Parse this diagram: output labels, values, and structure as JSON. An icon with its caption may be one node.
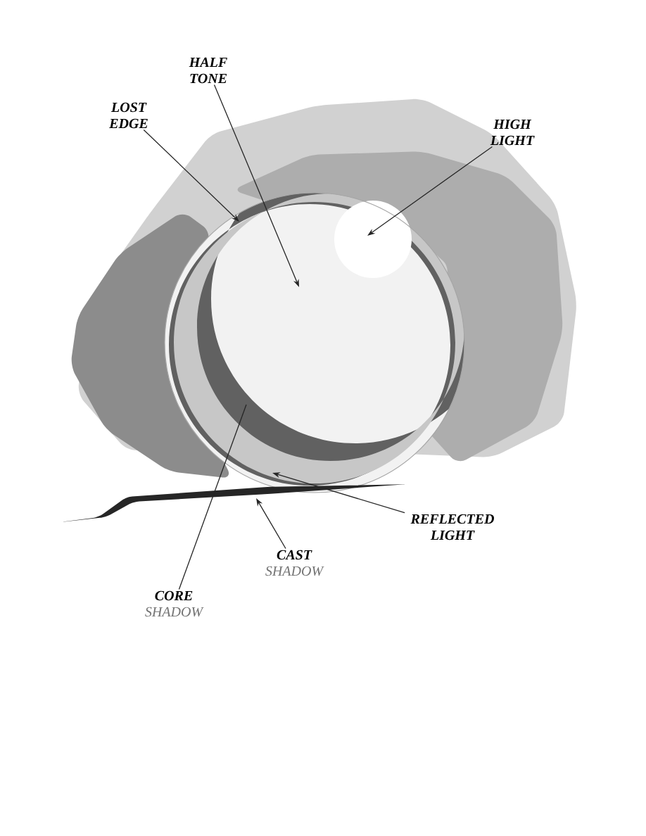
{
  "diagram": {
    "nodes": [
      {
        "text": [
          "HALF TONE"
        ]
      },
      {
        "text": [
          "LOST EDGE"
        ]
      },
      {
        "text": [
          "HIGH LIGHT"
        ]
      },
      {
        "text": [
          "REFLECTED LIGHT"
        ]
      },
      {
        "text": [
          "CAST",
          "SHADOW"
        ]
      },
      {
        "text": [
          "CORE",
          "SHADOW"
        ]
      }
    ],
    "edges": [
      {
        "from": 0,
        "to": null,
        "arrow": "to"
      },
      {
        "from": 1,
        "to": null,
        "arrow": "to"
      },
      {
        "from": 2,
        "to": null,
        "arrow": "to"
      },
      {
        "from": 3,
        "to": null,
        "arrow": "to"
      },
      {
        "from": 4,
        "to": null,
        "arrow": "to"
      },
      {
        "from": 5,
        "to": null,
        "arrow": "none"
      }
    ]
  }
}
